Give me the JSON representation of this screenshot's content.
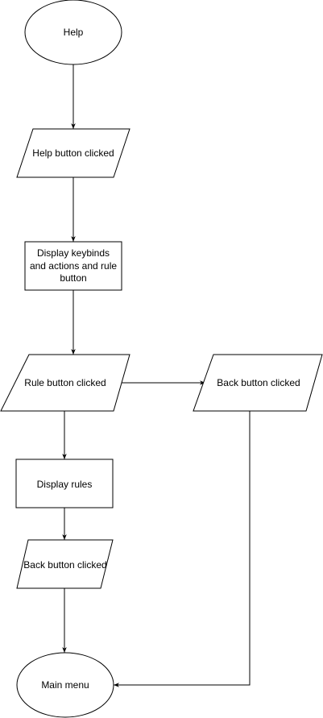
{
  "nodes": {
    "help": {
      "shape": "ellipse",
      "lines": [
        "Help"
      ]
    },
    "help_button_clicked": {
      "shape": "parallelogram",
      "lines": [
        "Help button clicked"
      ]
    },
    "display_keybinds": {
      "shape": "rectangle",
      "lines": [
        "Display keybinds",
        "and actions and rule",
        "button"
      ]
    },
    "rule_button_clicked": {
      "shape": "parallelogram",
      "lines": [
        "Rule button clicked"
      ]
    },
    "back_button_clicked_right": {
      "shape": "parallelogram",
      "lines": [
        "Back button clicked"
      ]
    },
    "display_rules": {
      "shape": "rectangle",
      "lines": [
        "Display rules"
      ]
    },
    "back_button_clicked_lower": {
      "shape": "parallelogram",
      "lines": [
        "Back button clicked"
      ]
    },
    "main_menu": {
      "shape": "ellipse",
      "lines": [
        "Main menu"
      ]
    }
  },
  "edges": [
    {
      "from": "help",
      "to": "help_button_clicked"
    },
    {
      "from": "help_button_clicked",
      "to": "display_keybinds"
    },
    {
      "from": "display_keybinds",
      "to": "rule_button_clicked"
    },
    {
      "from": "rule_button_clicked",
      "to": "back_button_clicked_right"
    },
    {
      "from": "rule_button_clicked",
      "to": "display_rules"
    },
    {
      "from": "display_rules",
      "to": "back_button_clicked_lower"
    },
    {
      "from": "back_button_clicked_lower",
      "to": "main_menu"
    },
    {
      "from": "back_button_clicked_right",
      "to": "main_menu"
    }
  ],
  "colors": {
    "stroke": "#000000",
    "fill": "#ffffff",
    "text": "#000000"
  }
}
